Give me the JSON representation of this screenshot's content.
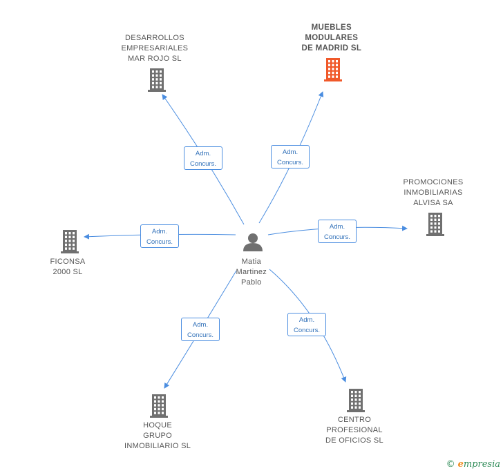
{
  "colors": {
    "edge": "#4a8de0",
    "node_building": "#707070",
    "node_highlight": "#f0592a",
    "person": "#707070"
  },
  "center": {
    "icon": "person-icon",
    "label_lines": [
      "Matia",
      "Martinez",
      "Pablo"
    ]
  },
  "companies": [
    {
      "id": "desarrollos",
      "icon": "building-icon",
      "highlight": false,
      "label_lines": [
        "DESARROLLOS",
        "EMPRESARIALES",
        "MAR ROJO SL"
      ],
      "relation_lines": [
        "Adm.",
        "Concurs."
      ]
    },
    {
      "id": "muebles",
      "icon": "building-icon",
      "highlight": true,
      "label_lines": [
        "MUEBLES",
        "MODULARES",
        "DE MADRID SL"
      ],
      "relation_lines": [
        "Adm.",
        "Concurs."
      ]
    },
    {
      "id": "promociones",
      "icon": "building-icon",
      "highlight": false,
      "label_lines": [
        "PROMOCIONES",
        "INMOBILIARIAS",
        "ALVISA SA"
      ],
      "relation_lines": [
        "Adm.",
        "Concurs."
      ]
    },
    {
      "id": "ficonsa",
      "icon": "building-icon",
      "highlight": false,
      "label_lines": [
        "FICONSA",
        "2000 SL"
      ],
      "relation_lines": [
        "Adm.",
        "Concurs."
      ]
    },
    {
      "id": "hoque",
      "icon": "building-icon",
      "highlight": false,
      "label_lines": [
        "HOQUE",
        "GRUPO",
        "INMOBILIARIO SL"
      ],
      "relation_lines": [
        "Adm.",
        "Concurs."
      ]
    },
    {
      "id": "centro",
      "icon": "building-icon",
      "highlight": false,
      "label_lines": [
        "CENTRO",
        "PROFESIONAL",
        "DE OFICIOS SL"
      ],
      "relation_lines": [
        "Adm.",
        "Concurs."
      ]
    }
  ],
  "footer": {
    "copyright": "©",
    "brand_initial": "e",
    "brand_rest": "mpresia"
  }
}
